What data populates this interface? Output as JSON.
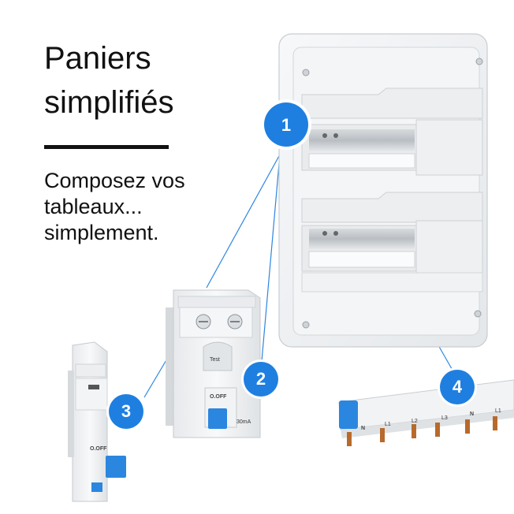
{
  "heading": {
    "line1": "Paniers",
    "line2": "simplifiés"
  },
  "tagline": {
    "line1": "Composez vos",
    "line2": "tableaux...",
    "line3": "simplement."
  },
  "badges": [
    "1",
    "2",
    "3",
    "4"
  ],
  "breaker_label": "O.OFF",
  "rcd": {
    "off_label": "O.OFF",
    "rating": "30mA",
    "test_label": "Test"
  },
  "busbar_labels": [
    "N",
    "L1",
    "L2",
    "L3",
    "N",
    "L1"
  ],
  "colors": {
    "accent_blue": "#2b86e0",
    "badge_blue": "#1e7fe0",
    "text": "#111111",
    "line": "#2b86e0"
  }
}
